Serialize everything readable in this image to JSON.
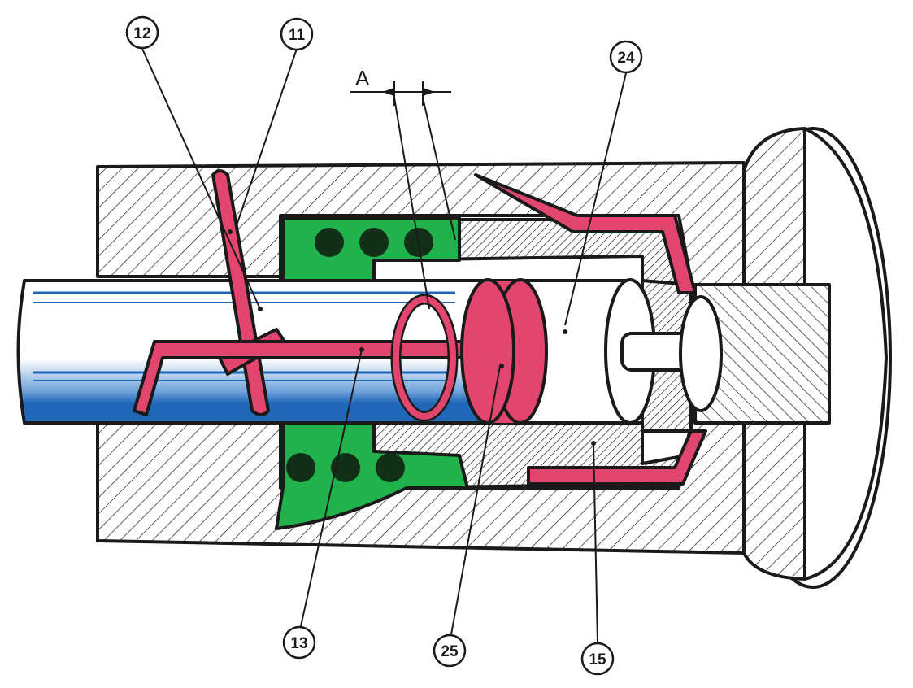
{
  "dimension_label": "A",
  "callouts": [
    {
      "id": "callout-12",
      "label": "12"
    },
    {
      "id": "callout-11",
      "label": "11"
    },
    {
      "id": "callout-24",
      "label": "24"
    },
    {
      "id": "callout-13",
      "label": "13"
    },
    {
      "id": "callout-25",
      "label": "25"
    },
    {
      "id": "callout-15",
      "label": "15"
    }
  ],
  "colors": {
    "red_parts": "#e2466f",
    "green_parts": "#22b24b",
    "shaft_blue": "#2067b8",
    "outline": "#1a1a1a"
  }
}
